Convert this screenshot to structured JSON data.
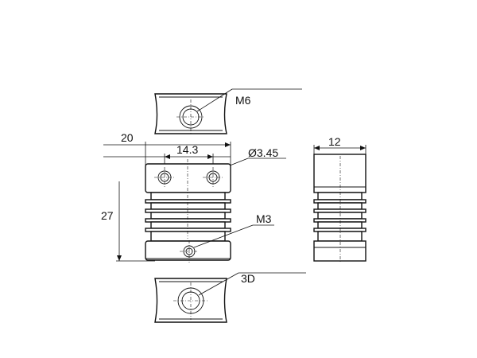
{
  "labels": {
    "thread_top": "M6",
    "overall_width": "20",
    "hole_spacing": "14.3",
    "hole_diameter": "Ø3.45",
    "side_width": "12",
    "height": "27",
    "screw_side": "M3",
    "bottom": "3D"
  }
}
